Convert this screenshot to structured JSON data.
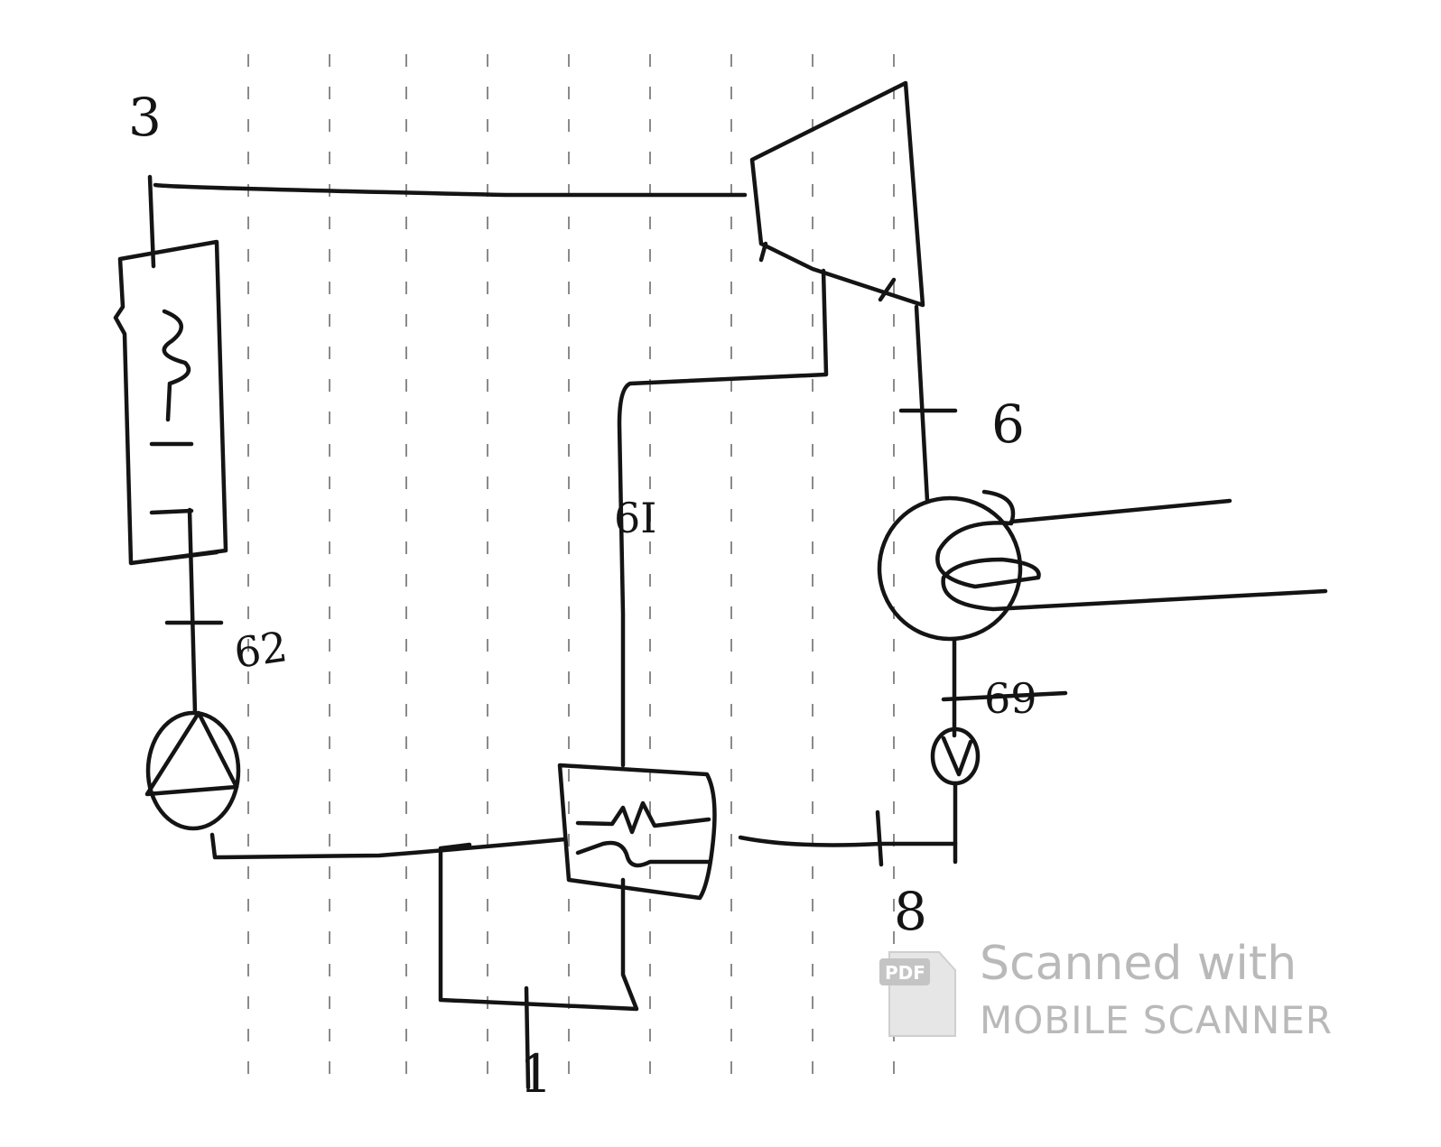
{
  "diagram": {
    "labels": {
      "state_3": "3",
      "state_6": "6",
      "state_6i": "6I",
      "state_8": "8",
      "state_62": "62",
      "state_69": "69",
      "state_1": "1"
    }
  },
  "watermark": {
    "line1": "Scanned with",
    "line2": "MOBILE SCANNER",
    "badge": "PDF"
  },
  "colors": {
    "ink": "#141414",
    "ruling": "#8a8a8a",
    "watermark": "#b9b9b9"
  }
}
